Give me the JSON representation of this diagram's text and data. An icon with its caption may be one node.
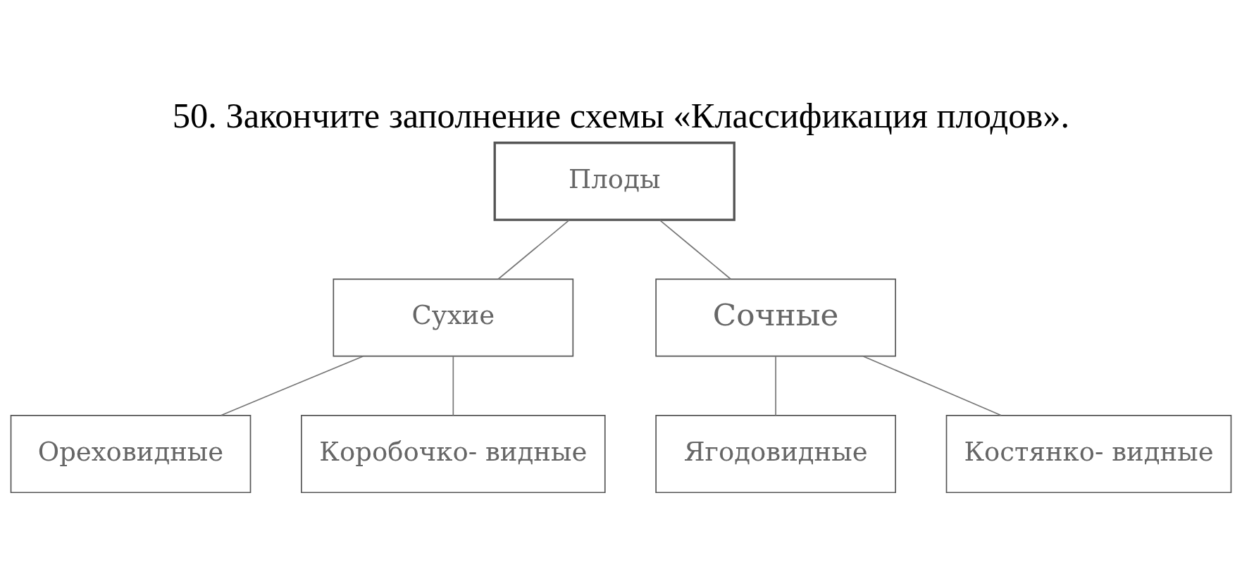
{
  "diagram": {
    "title": "50. Закончите заполнение схемы «Классификация плодов».",
    "nodes": [
      {
        "text": [
          "Плоды"
        ]
      },
      {
        "text": [
          "Сухие"
        ]
      },
      {
        "text": [
          "Сочные"
        ]
      },
      {
        "text": [
          "Ореховидные"
        ]
      },
      {
        "text": [
          "Коробочко- видные"
        ]
      },
      {
        "text": [
          "Ягодовидные"
        ]
      },
      {
        "text": [
          "Костянко- видные"
        ]
      }
    ],
    "edges": [
      {
        "from": 0,
        "to": 1,
        "arrow": "none"
      },
      {
        "from": 0,
        "to": 2,
        "arrow": "none"
      },
      {
        "from": 1,
        "to": 3,
        "arrow": "none"
      },
      {
        "from": 1,
        "to": 4,
        "arrow": "none"
      },
      {
        "from": 2,
        "to": 5,
        "arrow": "none"
      },
      {
        "from": 2,
        "to": 6,
        "arrow": "none"
      }
    ]
  }
}
